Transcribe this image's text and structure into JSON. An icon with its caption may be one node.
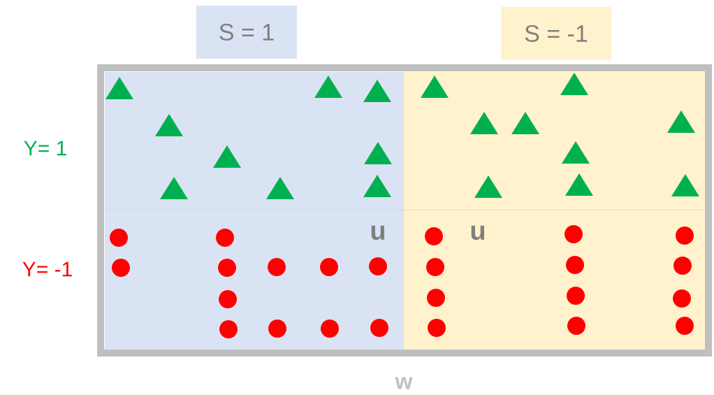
{
  "diagram": {
    "nodes": [
      {
        "text": [
          "S = 1"
        ]
      },
      {
        "text": [
          "S = -1"
        ]
      }
    ],
    "labels": [
      "Y= 1",
      "Y= -1",
      "u",
      "u",
      "w"
    ]
  }
}
